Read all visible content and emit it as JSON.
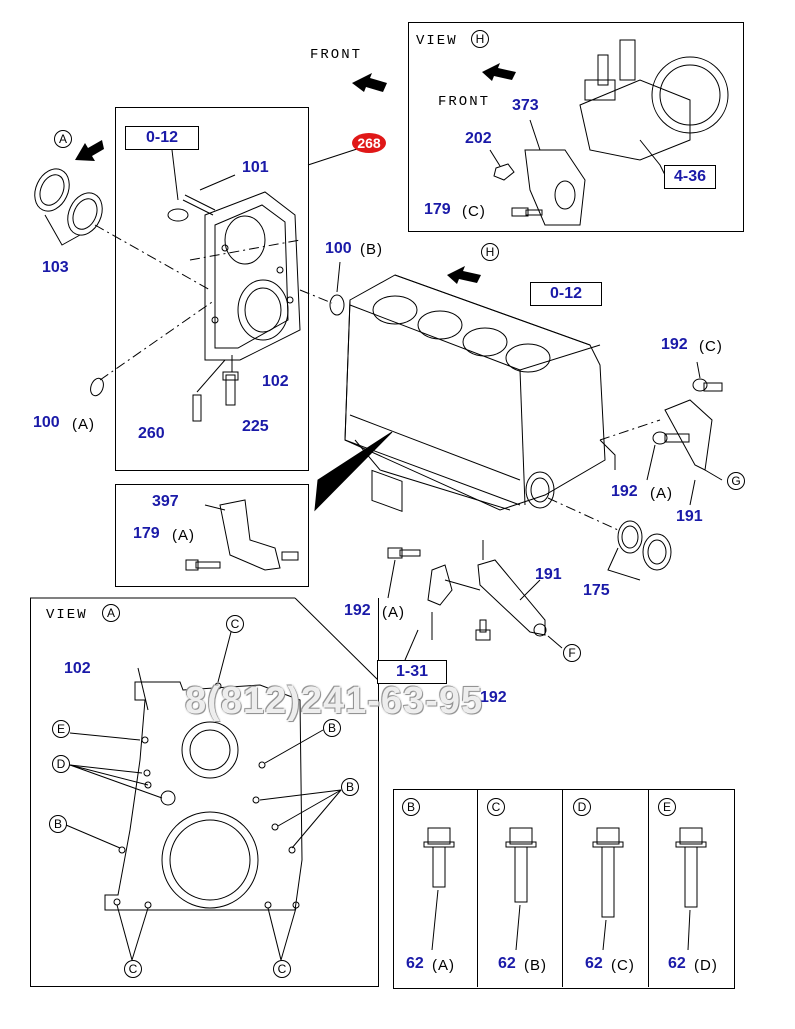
{
  "direction": {
    "front": "FRONT"
  },
  "views": {
    "word": "VIEW",
    "h_letter": "H",
    "a_letter": "A"
  },
  "badge": "268",
  "watermark": "8(812)241-63-95",
  "refs": {
    "r012": "0-12",
    "r436": "4-36",
    "r131": "1-31"
  },
  "parts": {
    "p101": "101",
    "p102": "102",
    "p103": "103",
    "p100": "100",
    "p260": "260",
    "p225": "225",
    "p373": "373",
    "p202": "202",
    "p179": "179",
    "p192": "192",
    "p191": "191",
    "p175": "175",
    "p397": "397",
    "p62": "62"
  },
  "suffix": {
    "a": "(A)",
    "b": "(B)",
    "c": "(C)",
    "d": "(D)"
  },
  "letters": {
    "A": "A",
    "B": "B",
    "C": "C",
    "D": "D",
    "E": "E",
    "F": "F",
    "G": "G",
    "H": "H"
  }
}
